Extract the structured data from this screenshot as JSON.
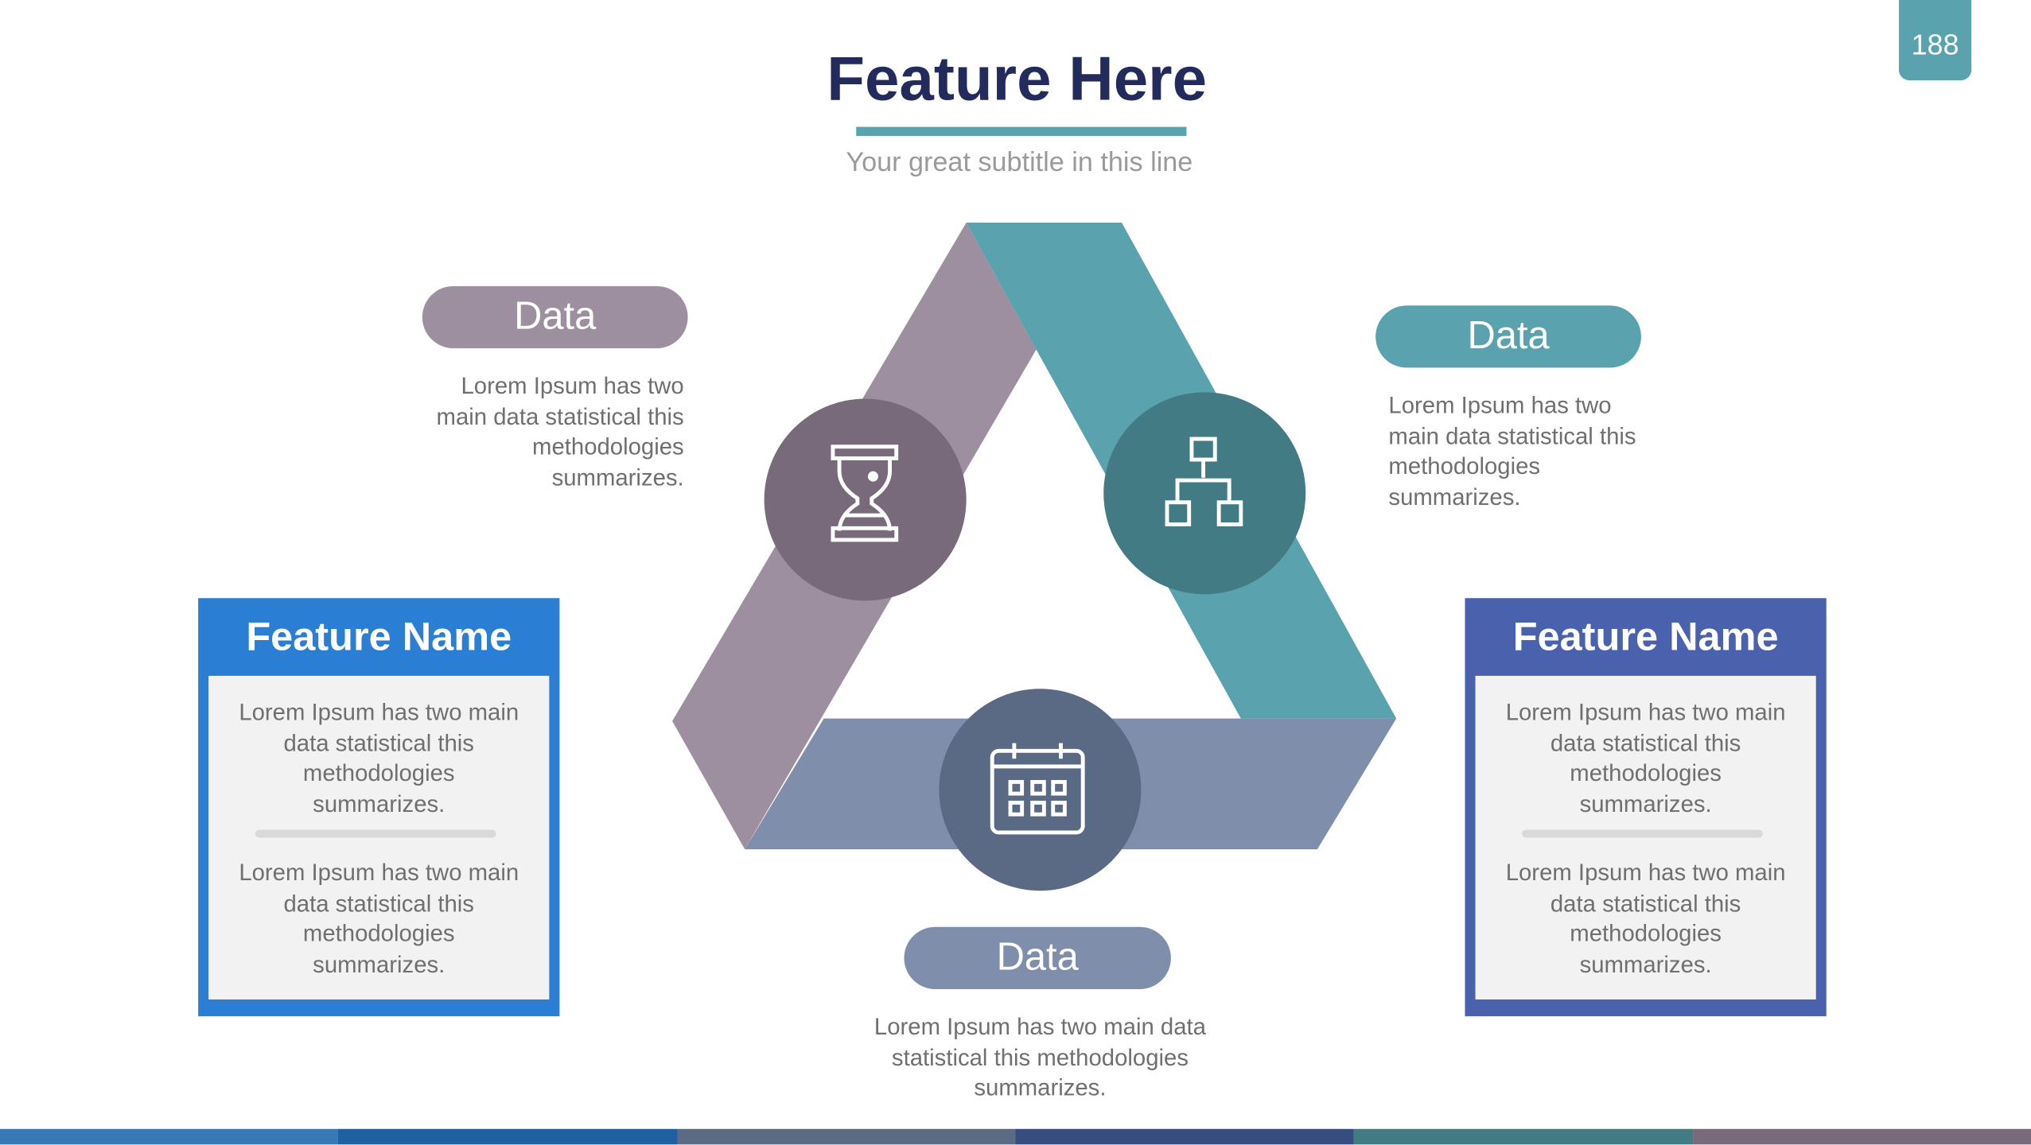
{
  "header": {
    "title": "Feature Here",
    "subtitle": "Your great subtitle in this line",
    "page_number": "188"
  },
  "items": [
    {
      "label": "Data",
      "text": "Lorem Ipsum has two main data statistical this methodologies summarizes.",
      "icon": "hourglass-icon",
      "color": "#9d8fa0",
      "circle": "#786a7b"
    },
    {
      "label": "Data",
      "text": "Lorem Ipsum has two main data statistical this methodologies summarizes.",
      "icon": "hierarchy-icon",
      "color": "#5aa2ae",
      "circle": "#427b84"
    },
    {
      "label": "Data",
      "text": "Lorem Ipsum has two main data statistical this methodologies summarizes.",
      "icon": "calendar-icon",
      "color": "#7f8fab",
      "circle": "#5a6a85"
    }
  ],
  "features": [
    {
      "title": "Feature Name",
      "text1": "Lorem Ipsum has two main data statistical this methodologies summarizes.",
      "text2": "Lorem Ipsum has two main data statistical this methodologies summarizes.",
      "color": "#2a7fd4"
    },
    {
      "title": "Feature Name",
      "text1": "Lorem Ipsum has two main data statistical this methodologies summarizes.",
      "text2": "Lorem Ipsum has two main data statistical this methodologies summarizes.",
      "color": "#4a62ae"
    }
  ],
  "footer_colors": [
    "#3878b4",
    "#2060a0",
    "#5b6b83",
    "#374d80",
    "#427b84",
    "#786a7b"
  ]
}
